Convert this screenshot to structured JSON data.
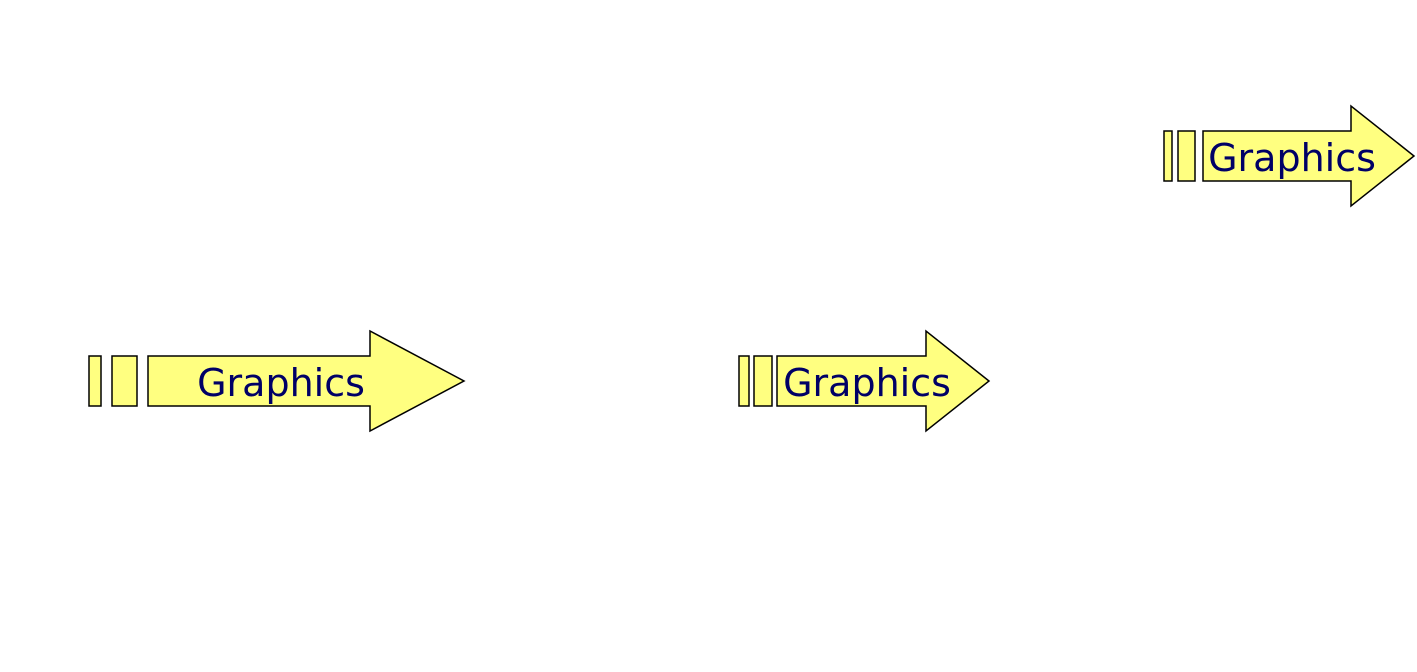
{
  "colors": {
    "arrow_fill": "#FFFF80",
    "arrow_stroke": "#000000",
    "label_color": "#000066",
    "background": "#FFFFFF"
  },
  "arrows": [
    {
      "label": "Graphics"
    },
    {
      "label": "Graphics"
    },
    {
      "label": "Graphics"
    }
  ]
}
